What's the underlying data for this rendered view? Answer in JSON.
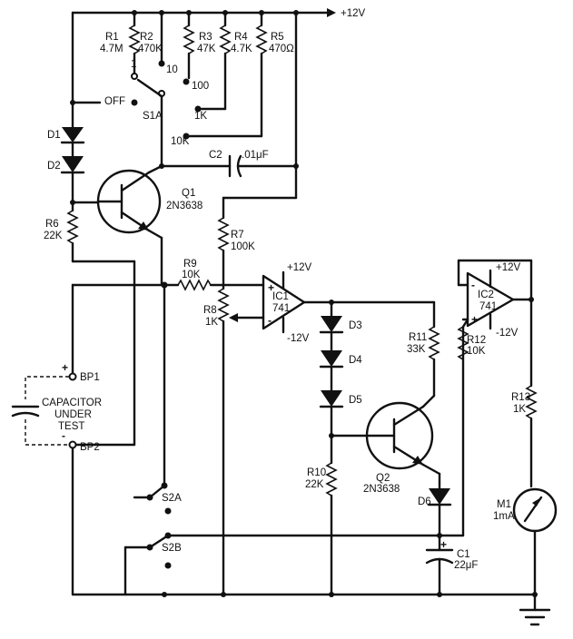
{
  "supply": "+12V",
  "resistors": {
    "r1": {
      "ref": "R1",
      "value": "4.7M"
    },
    "r2": {
      "ref": "R2",
      "value": "470K"
    },
    "r3": {
      "ref": "R3",
      "value": "47K"
    },
    "r4": {
      "ref": "R4",
      "value": "4.7K"
    },
    "r5": {
      "ref": "R5",
      "value": "470Ω"
    },
    "r6": {
      "ref": "R6",
      "value": "22K"
    },
    "r7": {
      "ref": "R7",
      "value": "100K"
    },
    "r8": {
      "ref": "R8",
      "value": "1K"
    },
    "r9": {
      "ref": "R9",
      "value": "10K"
    },
    "r10": {
      "ref": "R10",
      "value": "22K"
    },
    "r11": {
      "ref": "R11",
      "value": "33K"
    },
    "r12": {
      "ref": "R12",
      "value": "10K"
    },
    "r13": {
      "ref": "R13",
      "value": "1K"
    }
  },
  "switch_s1a": {
    "ref": "S1A",
    "positions": [
      "1",
      "10",
      "100",
      "1K",
      "10K",
      "OFF"
    ]
  },
  "switch_s2": {
    "a": "S2A",
    "b": "S2B"
  },
  "diodes": [
    "D1",
    "D2",
    "D3",
    "D4",
    "D5",
    "D6"
  ],
  "transistors": {
    "q1": {
      "ref": "Q1",
      "part": "2N3638"
    },
    "q2": {
      "ref": "Q2",
      "part": "2N3638"
    }
  },
  "capacitors": {
    "c1": {
      "ref": "C1",
      "value": "22μF"
    },
    "c2": {
      "ref": "C2",
      "value": ".01μF"
    }
  },
  "opamps": {
    "ic1": {
      "ref": "IC1",
      "part": "741",
      "vpos": "+12V",
      "vneg": "-12V",
      "plus": "+",
      "minus": "-"
    },
    "ic2": {
      "ref": "IC2",
      "part": "741",
      "vpos": "+12V",
      "vneg": "-12V",
      "plus": "+",
      "minus": "-"
    }
  },
  "binding_posts": {
    "bp1": "BP1",
    "bp2": "BP2",
    "bp1_sign": "+",
    "bp2_sign": "-"
  },
  "cut": {
    "line1": "CAPACITOR",
    "line2": "UNDER",
    "line3": "TEST"
  },
  "meter": {
    "ref": "M1",
    "value": "1mA"
  },
  "c1_sign": "+"
}
